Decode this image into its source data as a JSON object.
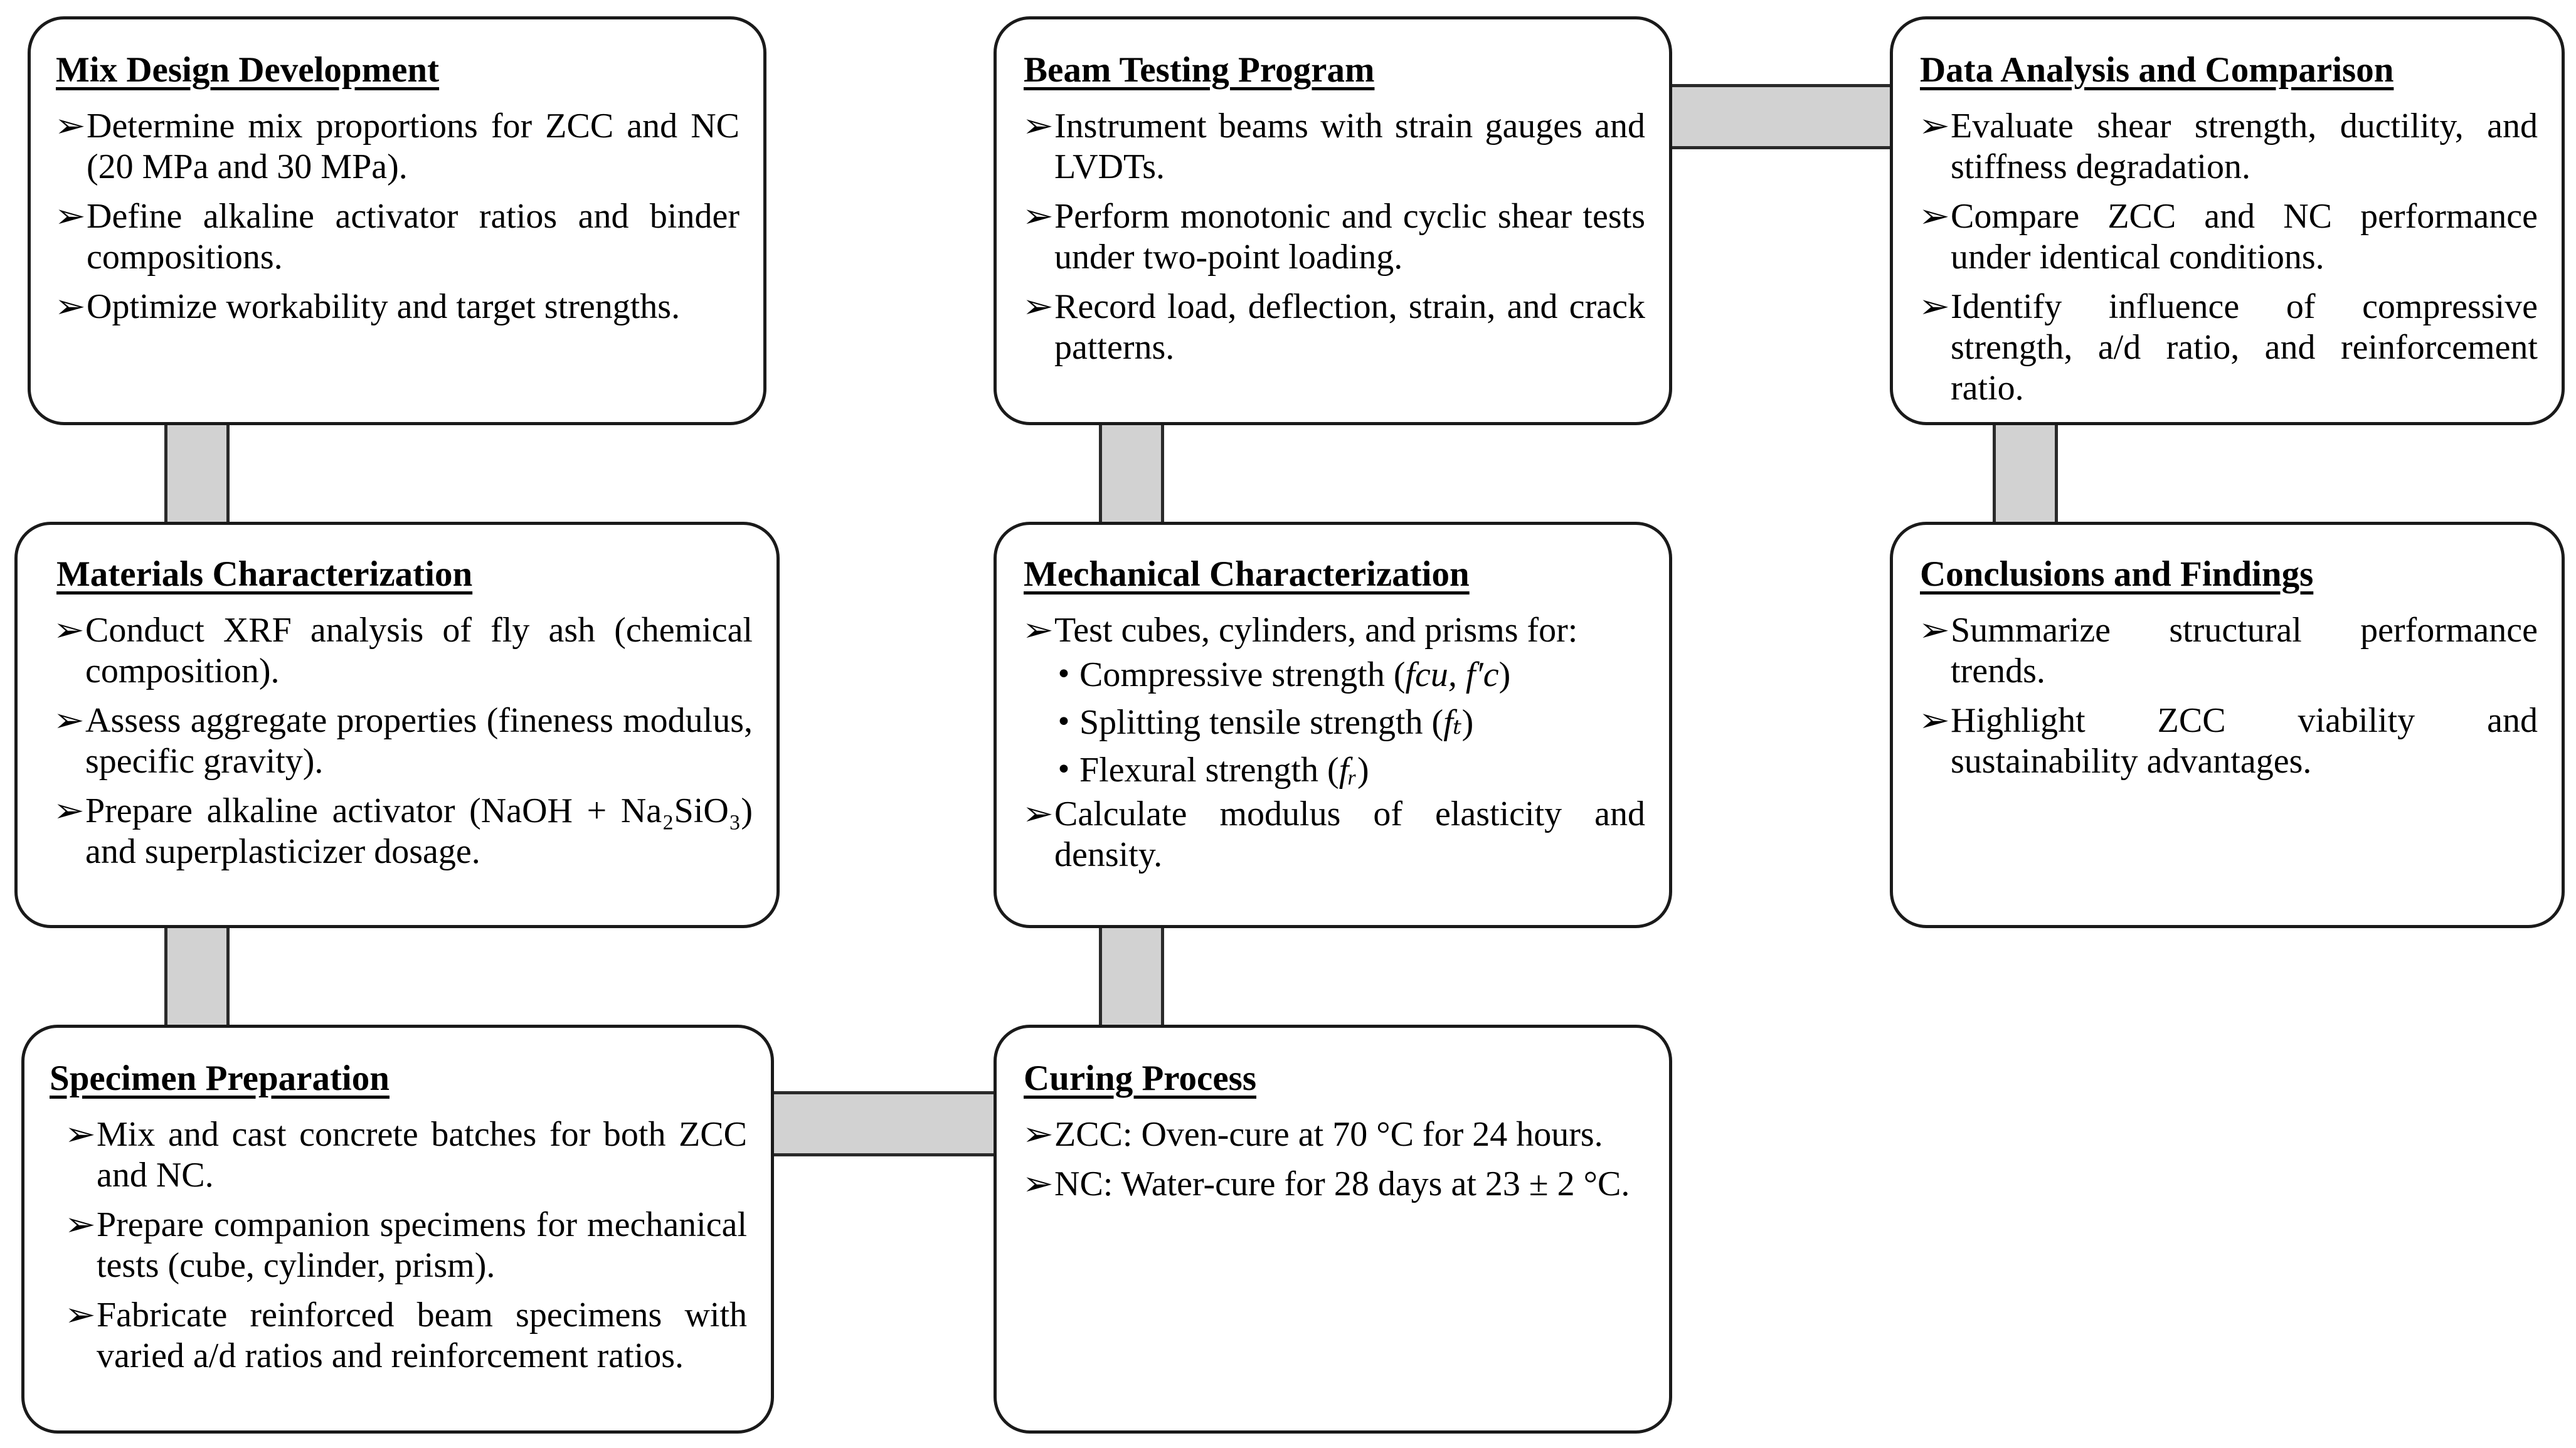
{
  "boxes": {
    "mix_design": {
      "title": "Mix Design Development",
      "items": [
        "Determine mix proportions for ZCC and NC (20 MPa and 30 MPa).",
        "Define alkaline activator ratios and binder compositions.",
        "Optimize workability and target strengths."
      ]
    },
    "materials": {
      "title": "Materials Characterization",
      "items": [
        "Conduct XRF analysis of fly ash (chemical composition).",
        "Assess aggregate properties (fineness modulus, specific gravity).",
        "Prepare alkaline activator (NaOH + Na₂SiO₃) and superplasticizer dosage."
      ]
    },
    "specimen": {
      "title": "Specimen Preparation",
      "items": [
        "Mix and cast concrete batches for both ZCC and NC.",
        "Prepare companion specimens for mechanical tests (cube, cylinder, prism).",
        "Fabricate reinforced beam specimens with varied a/d ratios and reinforcement ratios."
      ]
    },
    "curing": {
      "title": "Curing Process",
      "items": [
        "ZCC: Oven-cure at 70 °C for 24 hours.",
        "NC: Water-cure for 28 days at 23 ± 2 °C."
      ]
    },
    "mechanical": {
      "title": "Mechanical Characterization",
      "intro": "Test cubes, cylinders, and prisms for:",
      "subitems": [
        {
          "text": "Compressive strength (",
          "symbol": "fcu, f′c",
          "close": ")"
        },
        {
          "text": "Splitting tensile strength (",
          "symbol": "fₜ",
          "close": ")"
        },
        {
          "text": "Flexural strength (",
          "symbol": "fᵣ",
          "close": ")"
        }
      ],
      "outro": "Calculate modulus of elasticity and density."
    },
    "beam_testing": {
      "title": "Beam Testing Program",
      "items": [
        "Instrument beams with strain gauges and LVDTs.",
        "Perform monotonic and cyclic shear tests under two-point loading.",
        "Record load, deflection, strain, and crack patterns."
      ]
    },
    "data_analysis": {
      "title": "Data Analysis and Comparison",
      "items": [
        "Evaluate shear strength, ductility, and stiffness degradation.",
        "Compare ZCC and NC performance under identical conditions.",
        "Identify influence of compressive strength, a/d ratio, and reinforcement ratio."
      ]
    },
    "conclusions": {
      "title": "Conclusions and Findings",
      "items": [
        "Summarize structural performance trends.",
        "Highlight ZCC viability and sustainability advantages."
      ]
    }
  },
  "bullet_glyph": "➢",
  "colors": {
    "connector_fill": "#d2d2d2",
    "border": "#1a1a1a"
  }
}
